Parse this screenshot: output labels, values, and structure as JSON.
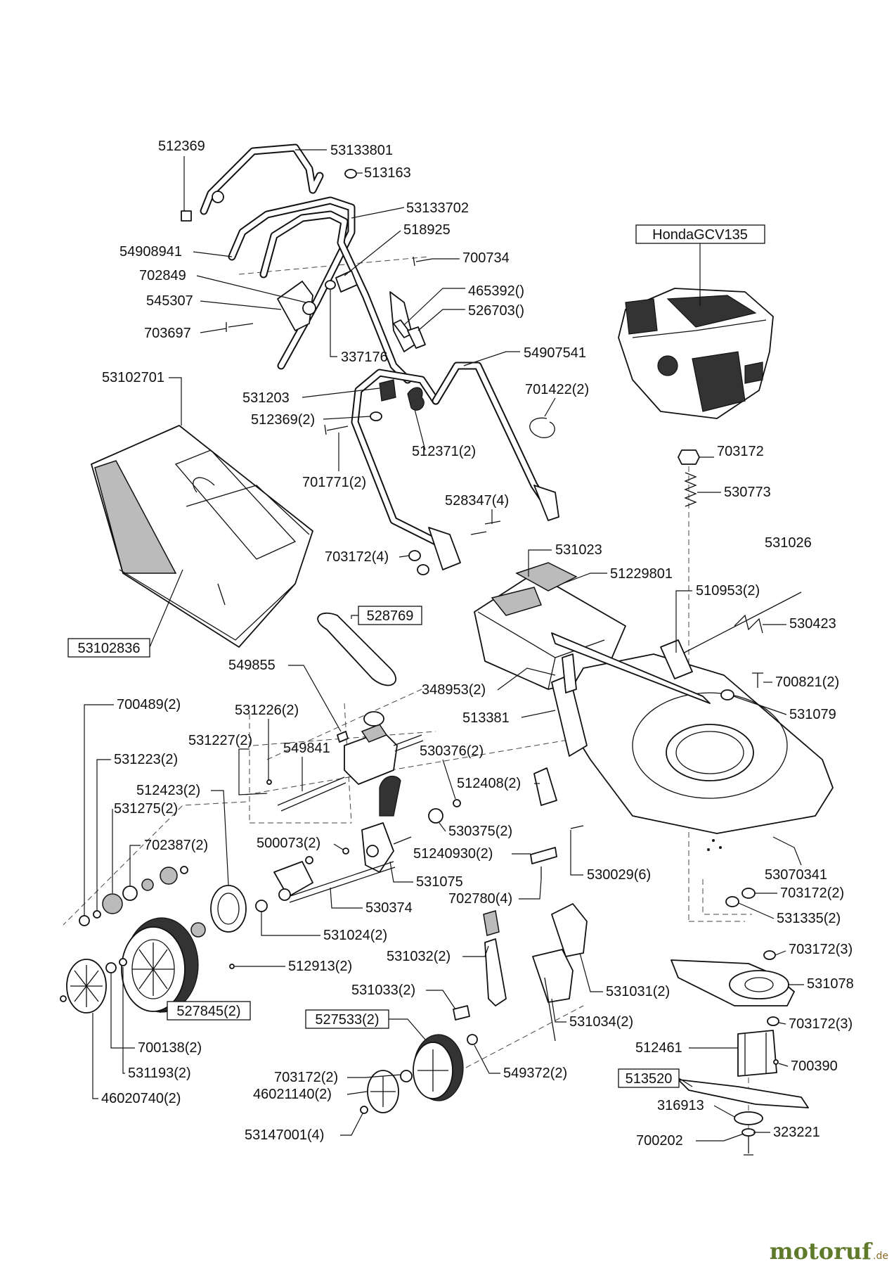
{
  "watermark": {
    "brand": "motoruf",
    "tld": ".de",
    "brand_color": "#5f7a2a",
    "accent_color": "#c0392b"
  },
  "engine_model": "HondaGCV135",
  "parts": {
    "p512369": "512369",
    "p53133801": "53133801",
    "p513163": "513163",
    "p53133702": "53133702",
    "p518925": "518925",
    "p54908941": "54908941",
    "p700734": "700734",
    "p702849": "702849",
    "p465392": "465392()",
    "p526703": "526703()",
    "p545307": "545307",
    "p703697": "703697",
    "p337176": "337176",
    "p54907541": "54907541",
    "p53102701": "53102701",
    "p531203": "531203",
    "p701422": "701422(2)",
    "p512369x2": "512369(2)",
    "p512371": "512371(2)",
    "p701771": "701771(2)",
    "p703172a": "703172",
    "p530773": "530773",
    "p528347": "528347(4)",
    "p531026": "531026",
    "p703172x4": "703172(4)",
    "p531023": "531023",
    "p51229801": "51229801",
    "p510953": "510953(2)",
    "p530423": "530423",
    "p53102836": "53102836",
    "p528769": "528769",
    "p549855": "549855",
    "p348953": "348953(2)",
    "p700821": "700821(2)",
    "p531079": "531079",
    "p513381": "513381",
    "p700489": "700489(2)",
    "p531226": "531226(2)",
    "p531227": "531227(2)",
    "p549841": "549841",
    "p530376": "530376(2)",
    "p531223": "531223(2)",
    "p512408": "512408(2)",
    "p512423": "512423(2)",
    "p531275": "531275(2)",
    "p530375": "530375(2)",
    "p500073": "500073(2)",
    "p702387": "702387(2)",
    "p51240930": "51240930(2)",
    "p530029": "530029(6)",
    "p53070341": "53070341",
    "p531075": "531075",
    "p702780": "702780(4)",
    "p703172x2": "703172(2)",
    "p530374": "530374",
    "p531335": "531335(2)",
    "p531024": "531024(2)",
    "p703172x3a": "703172(3)",
    "p531032": "531032(2)",
    "p512913": "512913(2)",
    "p531078": "531078",
    "p531031": "531031(2)",
    "p527845": "527845(2)",
    "p531033": "531033(2)",
    "p531034": "531034(2)",
    "p527533": "527533(2)",
    "p703172x3b": "703172(3)",
    "p700138": "700138(2)",
    "p512461": "512461",
    "p703172x2b": "703172(2)",
    "p549372": "549372(2)",
    "p700390": "700390",
    "p531193": "531193(2)",
    "p46021140": "46021140(2)",
    "p513520": "513520",
    "p46020740": "46020740(2)",
    "p316913": "316913",
    "p53147001": "53147001(4)",
    "p700202": "700202",
    "p323221": "323221"
  }
}
